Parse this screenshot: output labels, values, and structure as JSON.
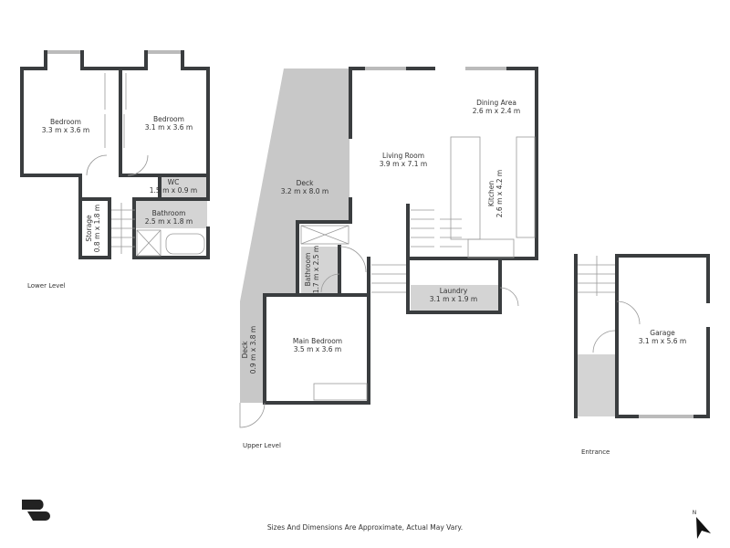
{
  "levels": {
    "lower": {
      "label": "Lower Level",
      "rooms": [
        {
          "name": "Bedroom",
          "dims": "3.3 m x 3.6 m"
        },
        {
          "name": "Bedroom",
          "dims": "3.1 m x 3.6 m"
        },
        {
          "name": "WC",
          "dims": "1.5 m x 0.9 m"
        },
        {
          "name": "Bathroom",
          "dims": "2.5 m x 1.8 m"
        },
        {
          "name": "Storage",
          "dims": "0.8 m x 1.8 m"
        }
      ]
    },
    "upper": {
      "label": "Upper Level",
      "rooms": [
        {
          "name": "Deck",
          "dims": "3.2 m x 8.0 m"
        },
        {
          "name": "Living Room",
          "dims": "3.9 m x 7.1 m"
        },
        {
          "name": "Dining Area",
          "dims": "2.6 m x 2.4 m"
        },
        {
          "name": "Kitchen",
          "dims": "2.6 m x 4.2 m"
        },
        {
          "name": "Bathroom",
          "dims": "1.7 m x 2.5 m"
        },
        {
          "name": "Laundry",
          "dims": "3.1 m x 1.9 m"
        },
        {
          "name": "Main Bedroom",
          "dims": "3.5 m x 3.6 m"
        },
        {
          "name": "Deck",
          "dims": "0.9 m x 3.8 m"
        }
      ]
    },
    "entrance": {
      "label": "Entrance",
      "rooms": [
        {
          "name": "Garage",
          "dims": "3.1 m x 5.6 m"
        }
      ]
    }
  },
  "footer": "Sizes And Dimensions Are Approximate, Actual May Vary.",
  "compass": "N",
  "colors": {
    "wall": "#3a3d3f",
    "wet_area": "#d4d4d4",
    "deck": "#c8c8c8"
  }
}
